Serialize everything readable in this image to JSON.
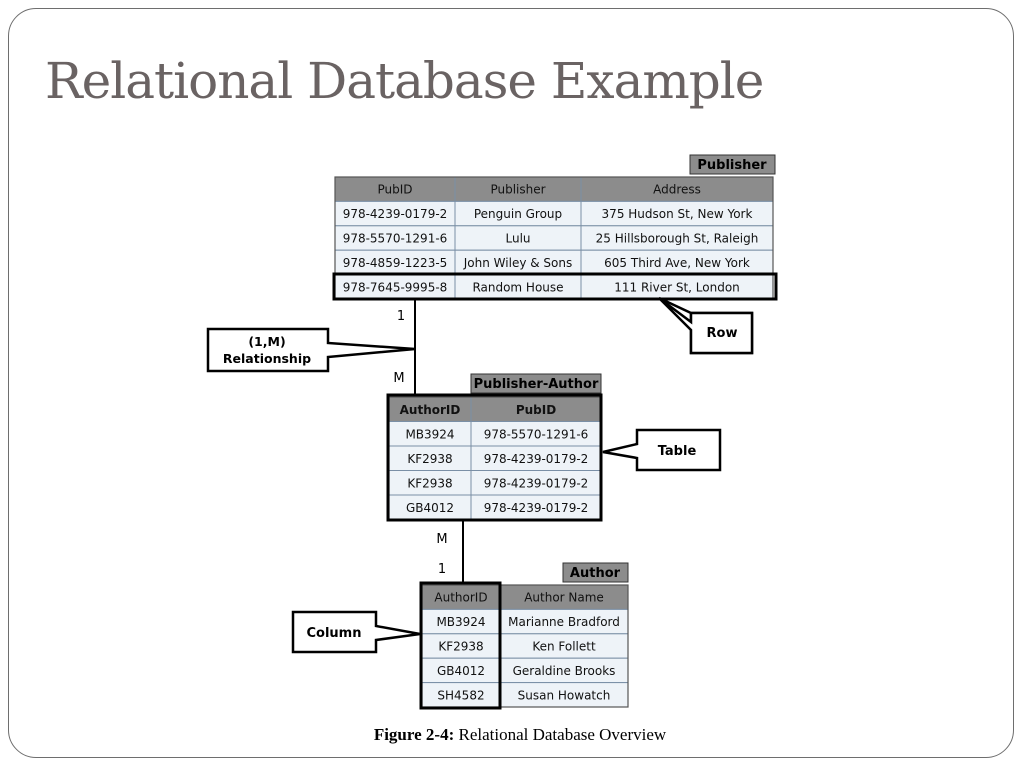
{
  "title": "Relational Database Example",
  "caption": {
    "label": "Figure 2-4:",
    "text": " Relational Database Overview"
  },
  "publisher_table": {
    "name": "Publisher",
    "headers": [
      "PubID",
      "Publisher",
      "Address"
    ],
    "rows": [
      [
        "978-4239-0179-2",
        "Penguin Group",
        "375 Hudson St, New York"
      ],
      [
        "978-5570-1291-6",
        "Lulu",
        "25 Hillsborough St, Raleigh"
      ],
      [
        "978-4859-1223-5",
        "John Wiley & Sons",
        "605 Third Ave, New York"
      ],
      [
        "978-7645-9995-8",
        "Random House",
        "111 River St, London"
      ]
    ]
  },
  "publisher_author_table": {
    "name": "Publisher-Author",
    "headers": [
      "AuthorID",
      "PubID"
    ],
    "rows": [
      [
        "MB3924",
        "978-5570-1291-6"
      ],
      [
        "KF2938",
        "978-4239-0179-2"
      ],
      [
        "KF2938",
        "978-4239-0179-2"
      ],
      [
        "GB4012",
        "978-4239-0179-2"
      ]
    ]
  },
  "author_table": {
    "name": "Author",
    "headers": [
      "AuthorID",
      "Author Name"
    ],
    "rows": [
      [
        "MB3924",
        "Marianne Bradford"
      ],
      [
        "KF2938",
        "Ken Follett"
      ],
      [
        "GB4012",
        "Geraldine Brooks"
      ],
      [
        "SH4582",
        "Susan Howatch"
      ]
    ]
  },
  "relations": {
    "pub_one": "1",
    "pub_many": "M",
    "auth_many": "M",
    "auth_one": "1"
  },
  "callouts": {
    "relationship_line1": "(1,M)",
    "relationship_line2": "Relationship",
    "row": "Row",
    "table": "Table",
    "column": "Column"
  },
  "colors": {
    "header_fill": "#8c8c8c",
    "cell_fill": "#eef3f8",
    "grid": "#7a8fa6",
    "title_text": "#6a6363"
  }
}
